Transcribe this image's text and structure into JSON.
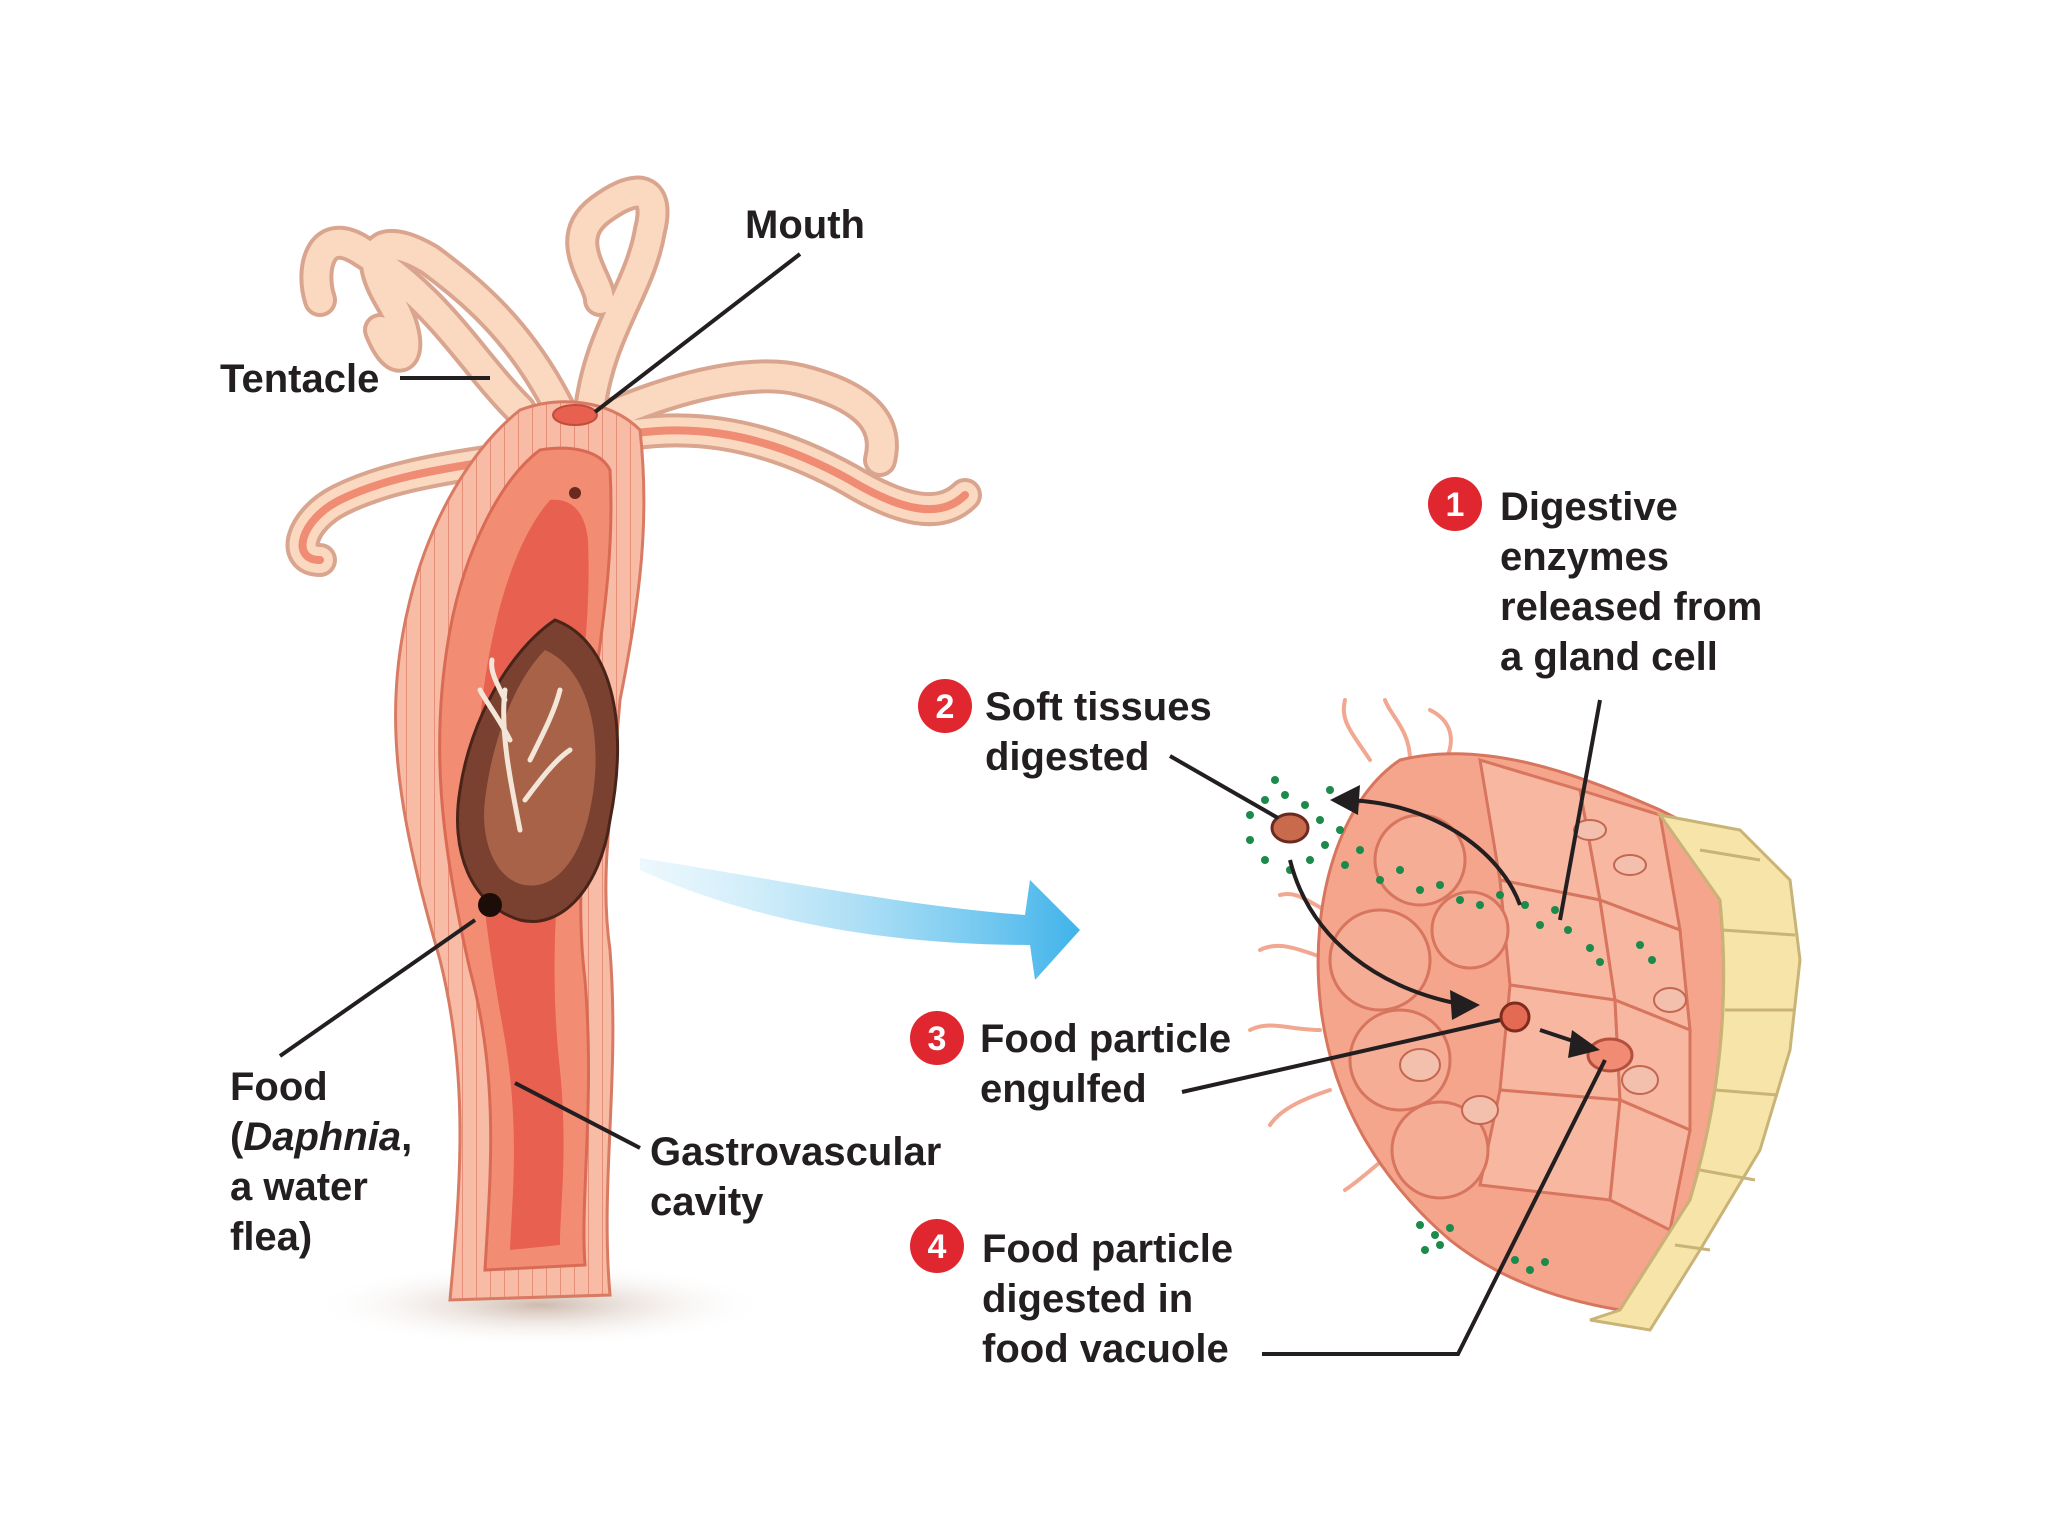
{
  "labels": {
    "mouth": "Mouth",
    "tentacle": "Tentacle",
    "food_line1": "Food",
    "food_line2_open": "(",
    "food_line2_italic": "Daphnia",
    "food_line2_close": ",",
    "food_line3": "a water",
    "food_line4": "flea)",
    "cavity_line1": "Gastrovascular",
    "cavity_line2": "cavity"
  },
  "steps": [
    {
      "number": "1",
      "lines": [
        "Digestive",
        "enzymes",
        "released from",
        "a gland cell"
      ]
    },
    {
      "number": "2",
      "lines": [
        "Soft tissues",
        "digested"
      ]
    },
    {
      "number": "3",
      "lines": [
        "Food particle",
        "engulfed"
      ]
    },
    {
      "number": "4",
      "lines": [
        "Food particle",
        "digested in",
        "food vacuole"
      ]
    }
  ],
  "colors": {
    "step_badge": "#e0262f",
    "arrow": "#5bc4ef",
    "body_outer": "#f5b59c",
    "body_inner": "#f07f6a",
    "cavity": "#e8604f",
    "tentacle": "#fcd9bf",
    "tissue_cells": "#f6a68e",
    "tissue_base": "#f7e7b0",
    "enzyme_dots": "#1c8a4a",
    "shadow": "#d9c7bd"
  }
}
